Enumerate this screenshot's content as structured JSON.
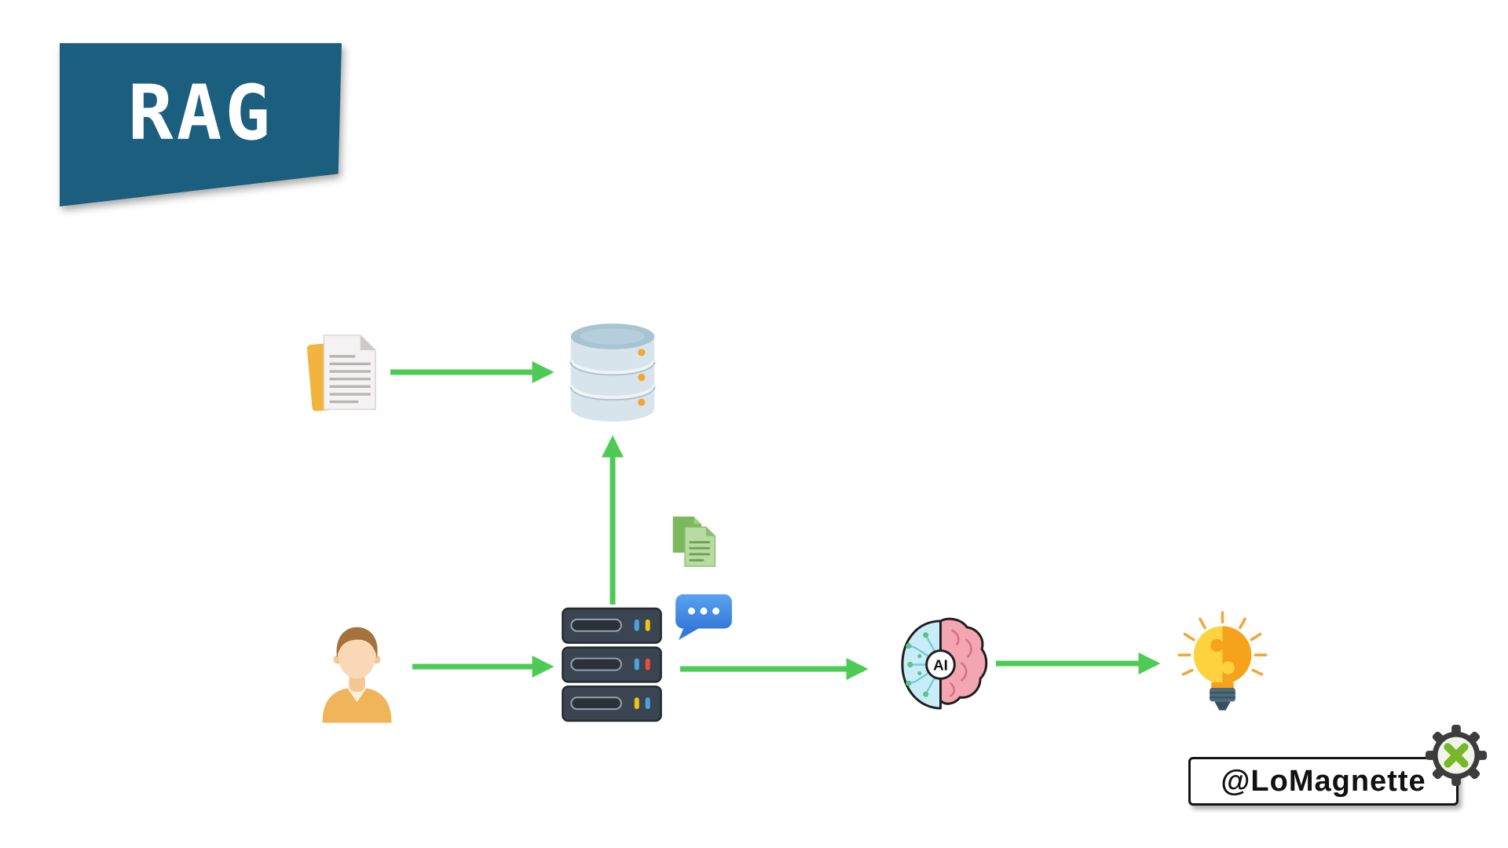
{
  "slide": {
    "title_banner": {
      "label": "RAG",
      "bg_color": "#1b5e7e",
      "text_color": "#ffffff"
    },
    "watermark": {
      "handle": "@LoMagnette"
    },
    "diagram": {
      "type": "flowchart",
      "arrow_color": "#4dcb55",
      "ai_label": "AI",
      "nodes": [
        {
          "id": "source-documents",
          "icon": "documents-icon"
        },
        {
          "id": "vector-database",
          "icon": "database-icon"
        },
        {
          "id": "user",
          "icon": "person-icon"
        },
        {
          "id": "retrieval-server",
          "icon": "server-icon"
        },
        {
          "id": "context-documents",
          "icon": "green-documents-icon"
        },
        {
          "id": "prompt-message",
          "icon": "chat-bubble-icon"
        },
        {
          "id": "ai-model",
          "icon": "ai-brain-icon",
          "label": "AI"
        },
        {
          "id": "idea-output",
          "icon": "lightbulb-icon"
        }
      ],
      "edges": [
        {
          "from": "source-documents",
          "to": "vector-database"
        },
        {
          "from": "retrieval-server",
          "to": "vector-database"
        },
        {
          "from": "user",
          "to": "retrieval-server"
        },
        {
          "from": "retrieval-server",
          "to": "ai-model"
        },
        {
          "from": "ai-model",
          "to": "idea-output"
        }
      ]
    }
  }
}
